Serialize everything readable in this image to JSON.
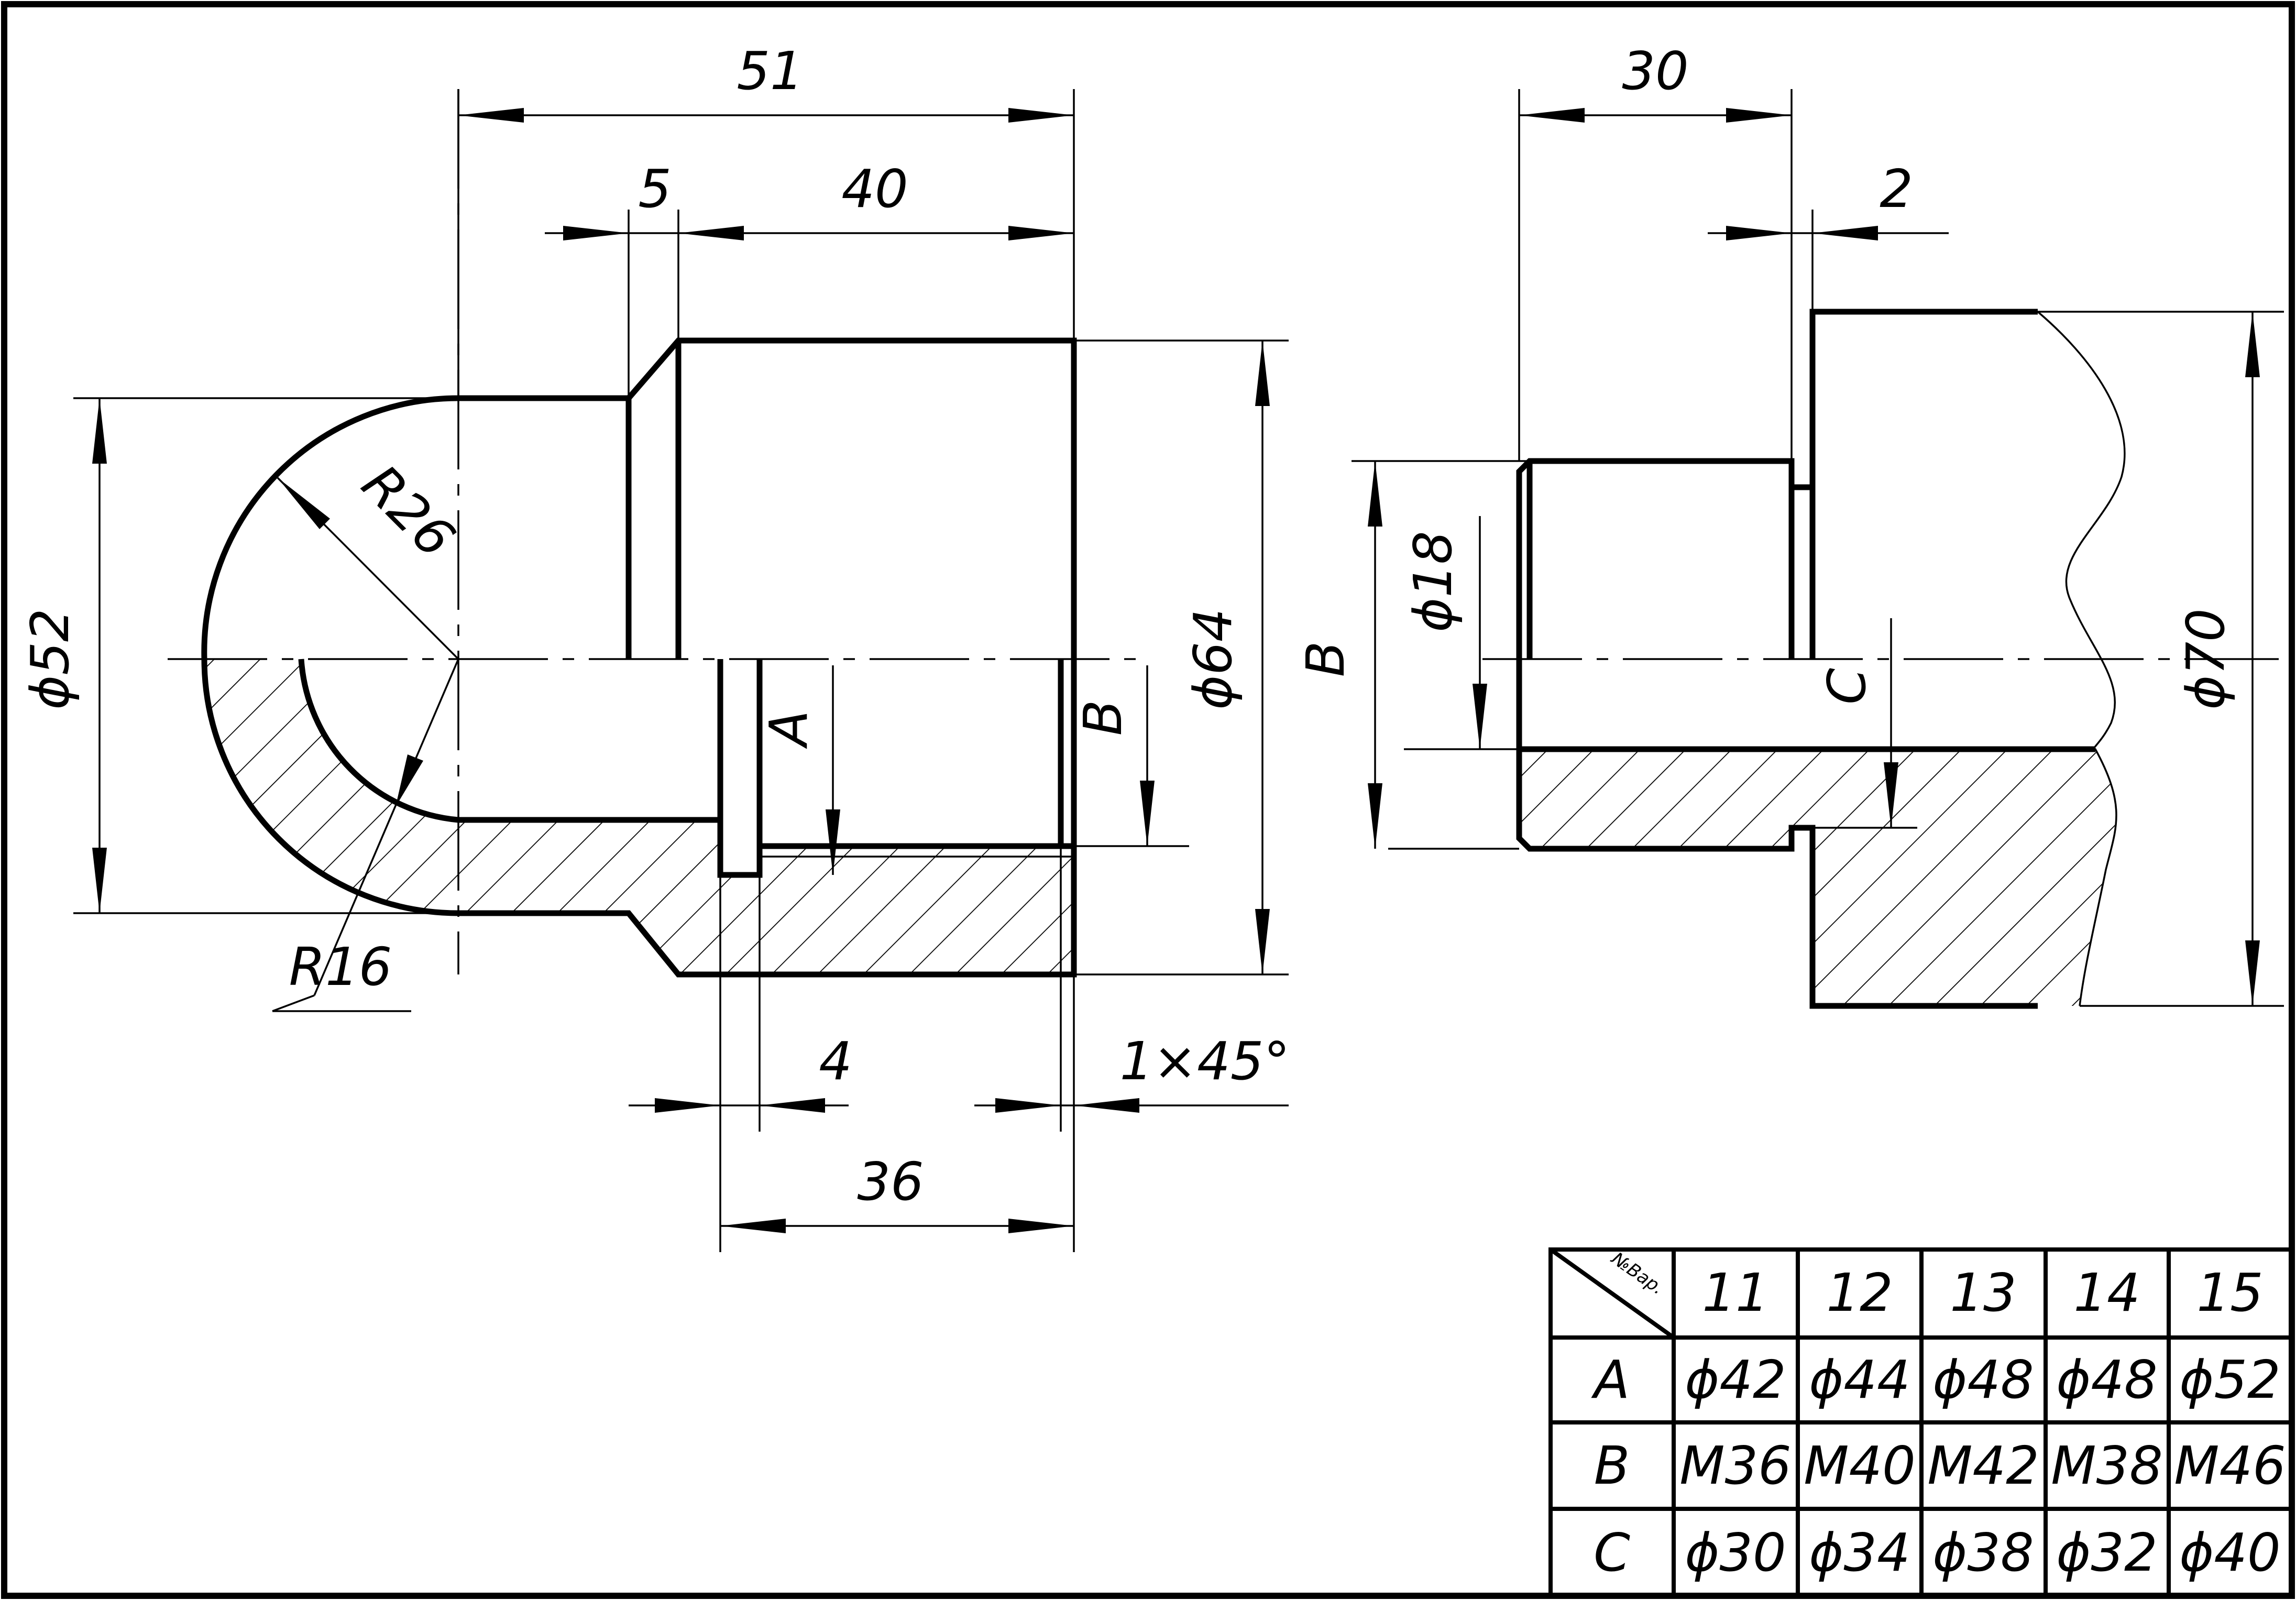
{
  "drawing": {
    "left_view": {
      "dims": {
        "length_51": "51",
        "length_5": "5",
        "length_40": "40",
        "radius_26": "R26",
        "radius_16": "R16",
        "diameter_52": "ϕ52",
        "diameter_64": "ϕ64",
        "var_A": "A",
        "var_B": "B",
        "length_4": "4",
        "length_36": "36",
        "chamfer": "1×45°"
      }
    },
    "right_view": {
      "dims": {
        "length_30": "30",
        "length_2": "2",
        "var_B": "B",
        "diameter_18": "ϕ18",
        "var_C": "C",
        "diameter_70": "ϕ70"
      }
    }
  },
  "variant_table": {
    "corner_label": "№Вар.",
    "columns": [
      "11",
      "12",
      "13",
      "14",
      "15"
    ],
    "rows": [
      {
        "label": "A",
        "values": [
          "ϕ42",
          "ϕ44",
          "ϕ48",
          "ϕ48",
          "ϕ52"
        ]
      },
      {
        "label": "B",
        "values": [
          "M36",
          "M40",
          "M42",
          "M38",
          "M46"
        ]
      },
      {
        "label": "C",
        "values": [
          "ϕ30",
          "ϕ34",
          "ϕ38",
          "ϕ32",
          "ϕ40"
        ]
      }
    ]
  }
}
